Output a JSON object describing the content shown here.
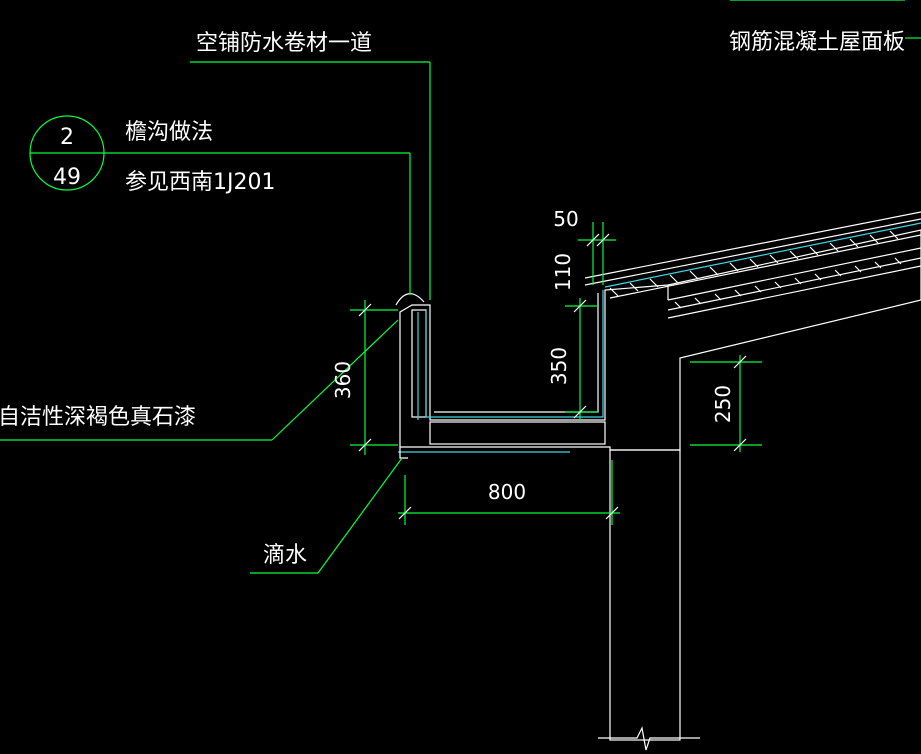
{
  "labels": {
    "waterproof_note": "空铺防水卷材一道",
    "roof_slab": "钢筋混凝土屋面板",
    "gutter_title": "檐沟做法",
    "reference": "参见西南1J201",
    "paint_note": "自洁性深褐色真石漆",
    "drip": "滴水"
  },
  "detail_symbol": {
    "number": "2",
    "sheet": "49"
  },
  "dimensions": {
    "d50": "50",
    "d110": "110",
    "d350": "350",
    "d360": "360",
    "d250": "250",
    "d800": "800"
  },
  "colors": {
    "background": "#000000",
    "leader": "#00ff3c",
    "outline": "#ffffff",
    "membrane": "#3fd6e6",
    "text": "#ffffff"
  }
}
